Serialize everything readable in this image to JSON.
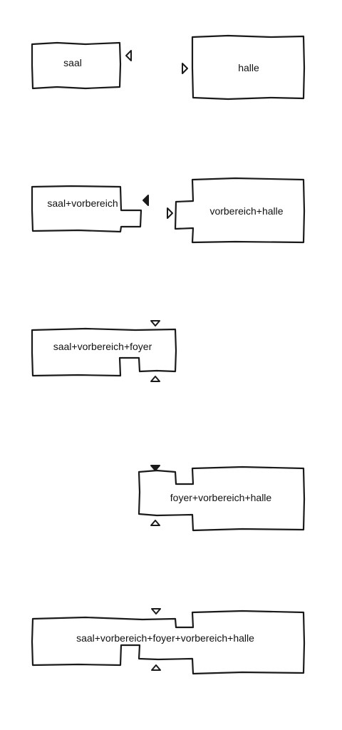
{
  "diagram": {
    "row1": {
      "saal_label": "saal",
      "halle_label": "halle"
    },
    "row2": {
      "left_label": "saal+vorbereich",
      "right_label": "vorbereich+halle"
    },
    "row3": {
      "label": "saal+vorbereich+foyer"
    },
    "row4": {
      "label": "foyer+vorbereich+halle"
    },
    "row5": {
      "label": "saal+vorbereich+foyer+vorbereich+halle"
    }
  }
}
